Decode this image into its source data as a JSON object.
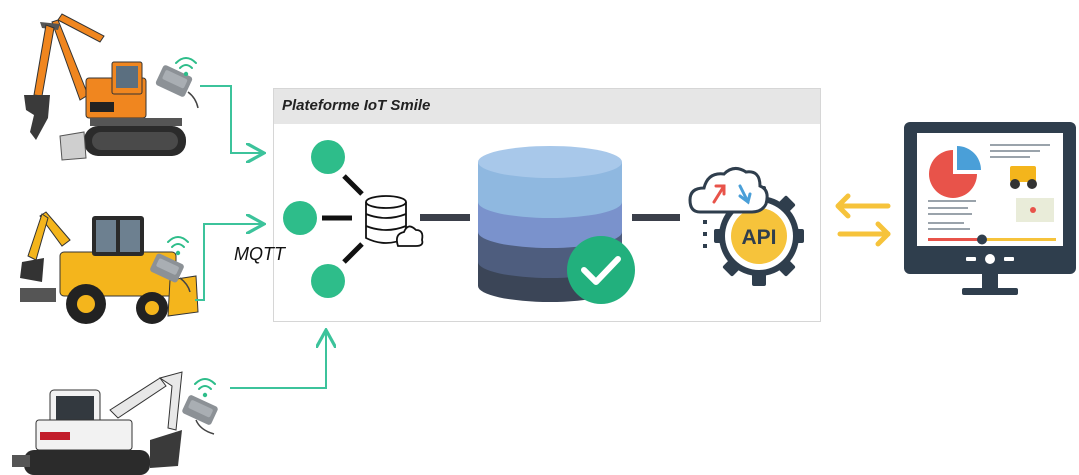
{
  "platform": {
    "title": "Plateforme IoT Smile"
  },
  "protocol": {
    "label": "MQTT"
  },
  "api": {
    "label": "API"
  },
  "machines": [
    {
      "name": "excavator-orange-icon"
    },
    {
      "name": "backhoe-loader-yellow-icon"
    },
    {
      "name": "mini-excavator-white-icon"
    }
  ],
  "colors": {
    "arrow_green": "#3cc39b",
    "node_green": "#2ebd8a",
    "db_top": "#8fb8e0",
    "db_mid1": "#7a92cc",
    "db_mid2": "#4e5d7e",
    "db_bottom": "#3b4557",
    "check_green": "#22b07d",
    "exchange_yellow": "#f6c33b",
    "monitor_frame": "#2f3e4d"
  }
}
